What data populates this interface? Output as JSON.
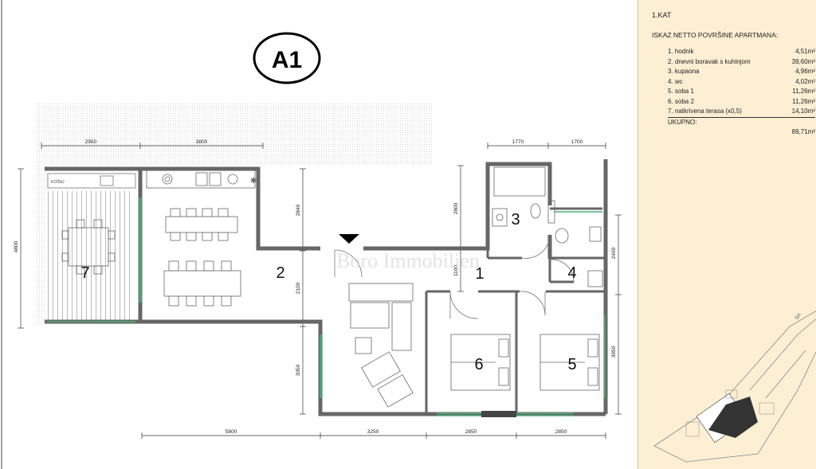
{
  "plan": {
    "badge": "A1",
    "watermark": "Boro Immobilien",
    "rooms": [
      {
        "num": "1"
      },
      {
        "num": "2"
      },
      {
        "num": "3"
      },
      {
        "num": "4"
      },
      {
        "num": "5"
      },
      {
        "num": "6"
      },
      {
        "num": "7"
      }
    ],
    "labels": {
      "kitchen": "KOŠNJ"
    },
    "dims_top": [
      "2950",
      "3800",
      "1770",
      "1700"
    ],
    "dims_bottom": [
      "5800",
      "3250",
      "2850",
      "2850"
    ],
    "dims_side": [
      "4800",
      "2840",
      "2100",
      "3050",
      "2800",
      "1100",
      "2400",
      "3950"
    ]
  },
  "legend": {
    "floor": "1.KAT",
    "heading": "ISKAZ NETTO POVRŠINE APARTMANA:",
    "items": [
      {
        "label": "1. hodnik",
        "area": "4,51m²"
      },
      {
        "label": "2. dnevni boravak s kuhinjom",
        "area": "39,60m²"
      },
      {
        "label": "3. kupaona",
        "area": "4,96m²"
      },
      {
        "label": "4. wc",
        "area": "4,02m²"
      },
      {
        "label": "5. soba 1",
        "area": "11,26m²"
      },
      {
        "label": "6. soba 2",
        "area": "11,26m²"
      },
      {
        "label": "7. natkrivena terasa (x0,5)",
        "area": "14,10m²"
      }
    ],
    "total_label": "UKUPNO:",
    "total_value": "89,71m²"
  },
  "site": {
    "label": "Sn"
  },
  "colors": {
    "wall": "#666666",
    "panel": "#fcefd3",
    "glass": "#4fae7a",
    "terrace_hatch": "#9a9a9a"
  }
}
